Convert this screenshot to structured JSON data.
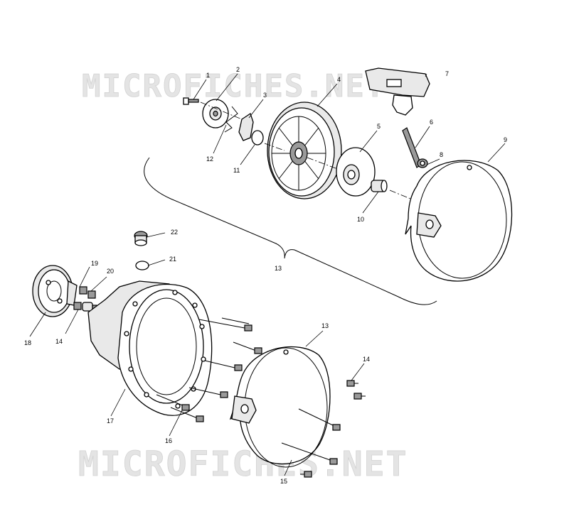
{
  "watermark": {
    "text": "MICROFICHES.NET",
    "color": "#d9d9d9"
  },
  "callouts": {
    "c1": "1",
    "c2": "2",
    "c3": "3",
    "c4": "4",
    "c5": "5",
    "c6": "6",
    "c7": "7",
    "c8": "8",
    "c9": "9",
    "c10": "10",
    "c11": "11",
    "c12": "12",
    "c13a": "13",
    "c13b": "13",
    "c14a": "14",
    "c14b": "14",
    "c15": "15",
    "c16": "16",
    "c17": "17",
    "c18": "18",
    "c19": "19",
    "c20": "20",
    "c21": "21",
    "c22": "22"
  }
}
